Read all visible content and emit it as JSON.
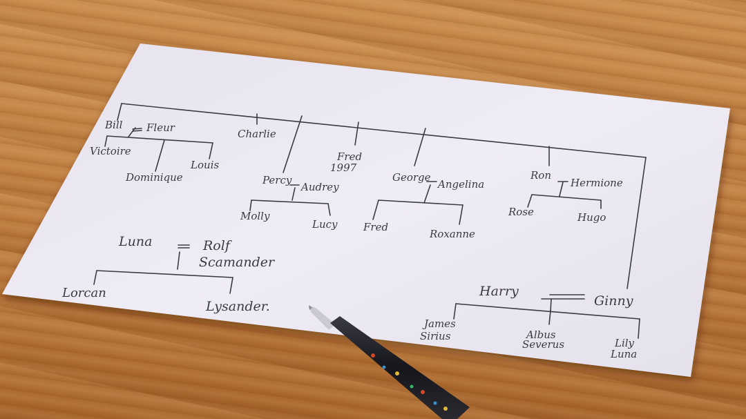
{
  "tree": {
    "generation1": {
      "bill": "Bill",
      "fleur": "Fleur",
      "charlie": "Charlie",
      "fred": "Fred",
      "fred_year": "1997",
      "percy": "Percy",
      "audrey": "Audrey",
      "george": "George",
      "angelina": "Angelina",
      "ron": "Ron",
      "hermione": "Hermione",
      "harry": "Harry",
      "ginny": "Ginny",
      "luna": "Luna",
      "rolf": "Rolf",
      "rolf_surname": "Scamander"
    },
    "generation2": {
      "victoire": "Victoire",
      "dominique": "Dominique",
      "louis": "Louis",
      "molly": "Molly",
      "lucy": "Lucy",
      "fred2": "Fred",
      "roxanne": "Roxanne",
      "rose": "Rose",
      "hugo": "Hugo",
      "james": "James",
      "james_middle": "Sirius",
      "albus": "Albus",
      "albus_middle": "Severus",
      "lily": "Lily",
      "lily_middle": "Luna",
      "lorcan": "Lorcan",
      "lysander": "Lysander."
    }
  },
  "colors": {
    "paper": "#ece9f3",
    "ink": "#3a3a44",
    "pen_body": "#1b1b22"
  },
  "objects": [
    "table",
    "paper",
    "pen-icon"
  ]
}
